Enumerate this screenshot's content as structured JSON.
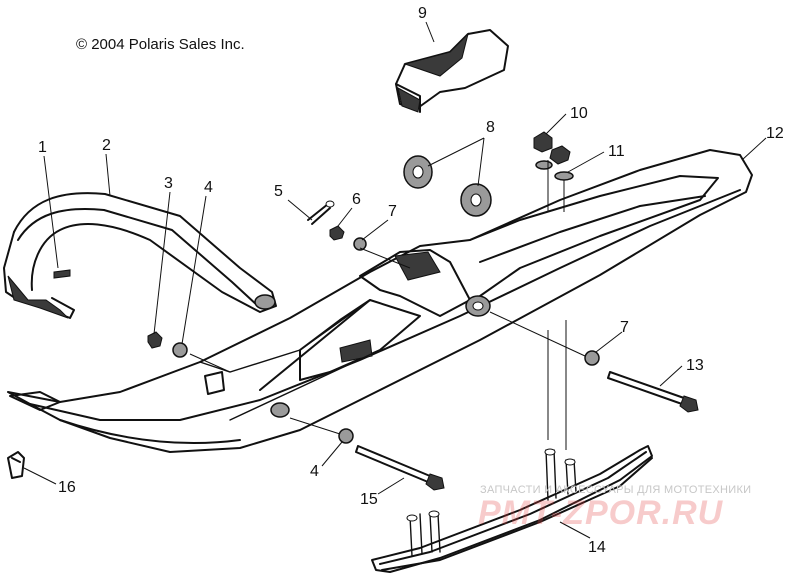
{
  "copyright": "© 2004 Polaris Sales Inc.",
  "watermark": {
    "caption": "ЗАПЧАСТИ И АКСЕССУАРЫ ДЛЯ МОТОТЕХНИКИ",
    "logo_text": "PMT-ZPOR.RU"
  },
  "callouts": [
    {
      "id": "1",
      "label": "1"
    },
    {
      "id": "2",
      "label": "2"
    },
    {
      "id": "3",
      "label": "3"
    },
    {
      "id": "4a",
      "label": "4"
    },
    {
      "id": "4b",
      "label": "4"
    },
    {
      "id": "5",
      "label": "5"
    },
    {
      "id": "6",
      "label": "6"
    },
    {
      "id": "7a",
      "label": "7"
    },
    {
      "id": "7b",
      "label": "7"
    },
    {
      "id": "8",
      "label": "8"
    },
    {
      "id": "9",
      "label": "9"
    },
    {
      "id": "10",
      "label": "10"
    },
    {
      "id": "11",
      "label": "11"
    },
    {
      "id": "12",
      "label": "12"
    },
    {
      "id": "13",
      "label": "13"
    },
    {
      "id": "14",
      "label": "14"
    },
    {
      "id": "15",
      "label": "15"
    },
    {
      "id": "16",
      "label": "16"
    }
  ]
}
